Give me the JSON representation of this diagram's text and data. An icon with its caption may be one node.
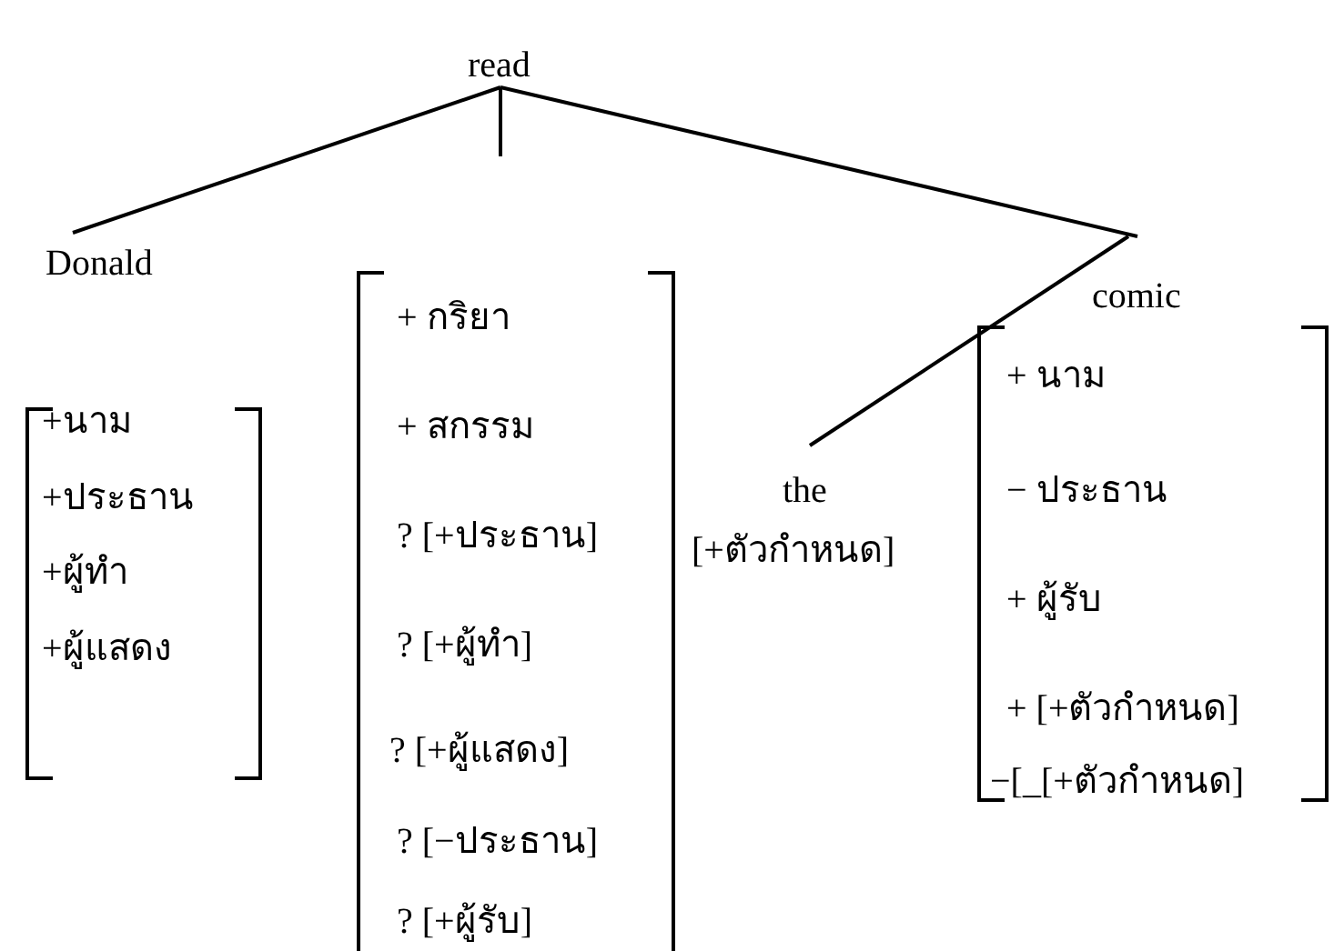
{
  "diagram": {
    "nodes": [
      {
        "text": [
          "read"
        ]
      },
      {
        "text": [
          "Donald",
          "+นาม",
          "+ประธาน",
          "+ผู้ทำ",
          "+ผู้แสดง"
        ]
      },
      {
        "text": [
          "+ กริยา",
          "+ สกรรม",
          "? [+ประธาน]",
          "? [+ผู้ทำ]",
          "? [+ผู้แสดง]",
          "? [−ประธาน]",
          "? [+ผู้รับ]"
        ]
      },
      {
        "text": [
          "comic",
          "+ นาม",
          "− ประธาน",
          "+ ผู้รับ",
          "+ [+ตัวกำหนด]",
          "−[_[+ตัวกำหนด]"
        ]
      },
      {
        "text": [
          "the",
          "[+ตัวกำหนด]"
        ]
      }
    ],
    "edges": [
      {
        "from": 0,
        "to": 1,
        "arrow": "none"
      },
      {
        "from": 0,
        "to": null,
        "arrow": "none"
      },
      {
        "from": 0,
        "to": 3,
        "arrow": "none"
      },
      {
        "from": 3,
        "to": 4,
        "arrow": "none"
      }
    ]
  }
}
